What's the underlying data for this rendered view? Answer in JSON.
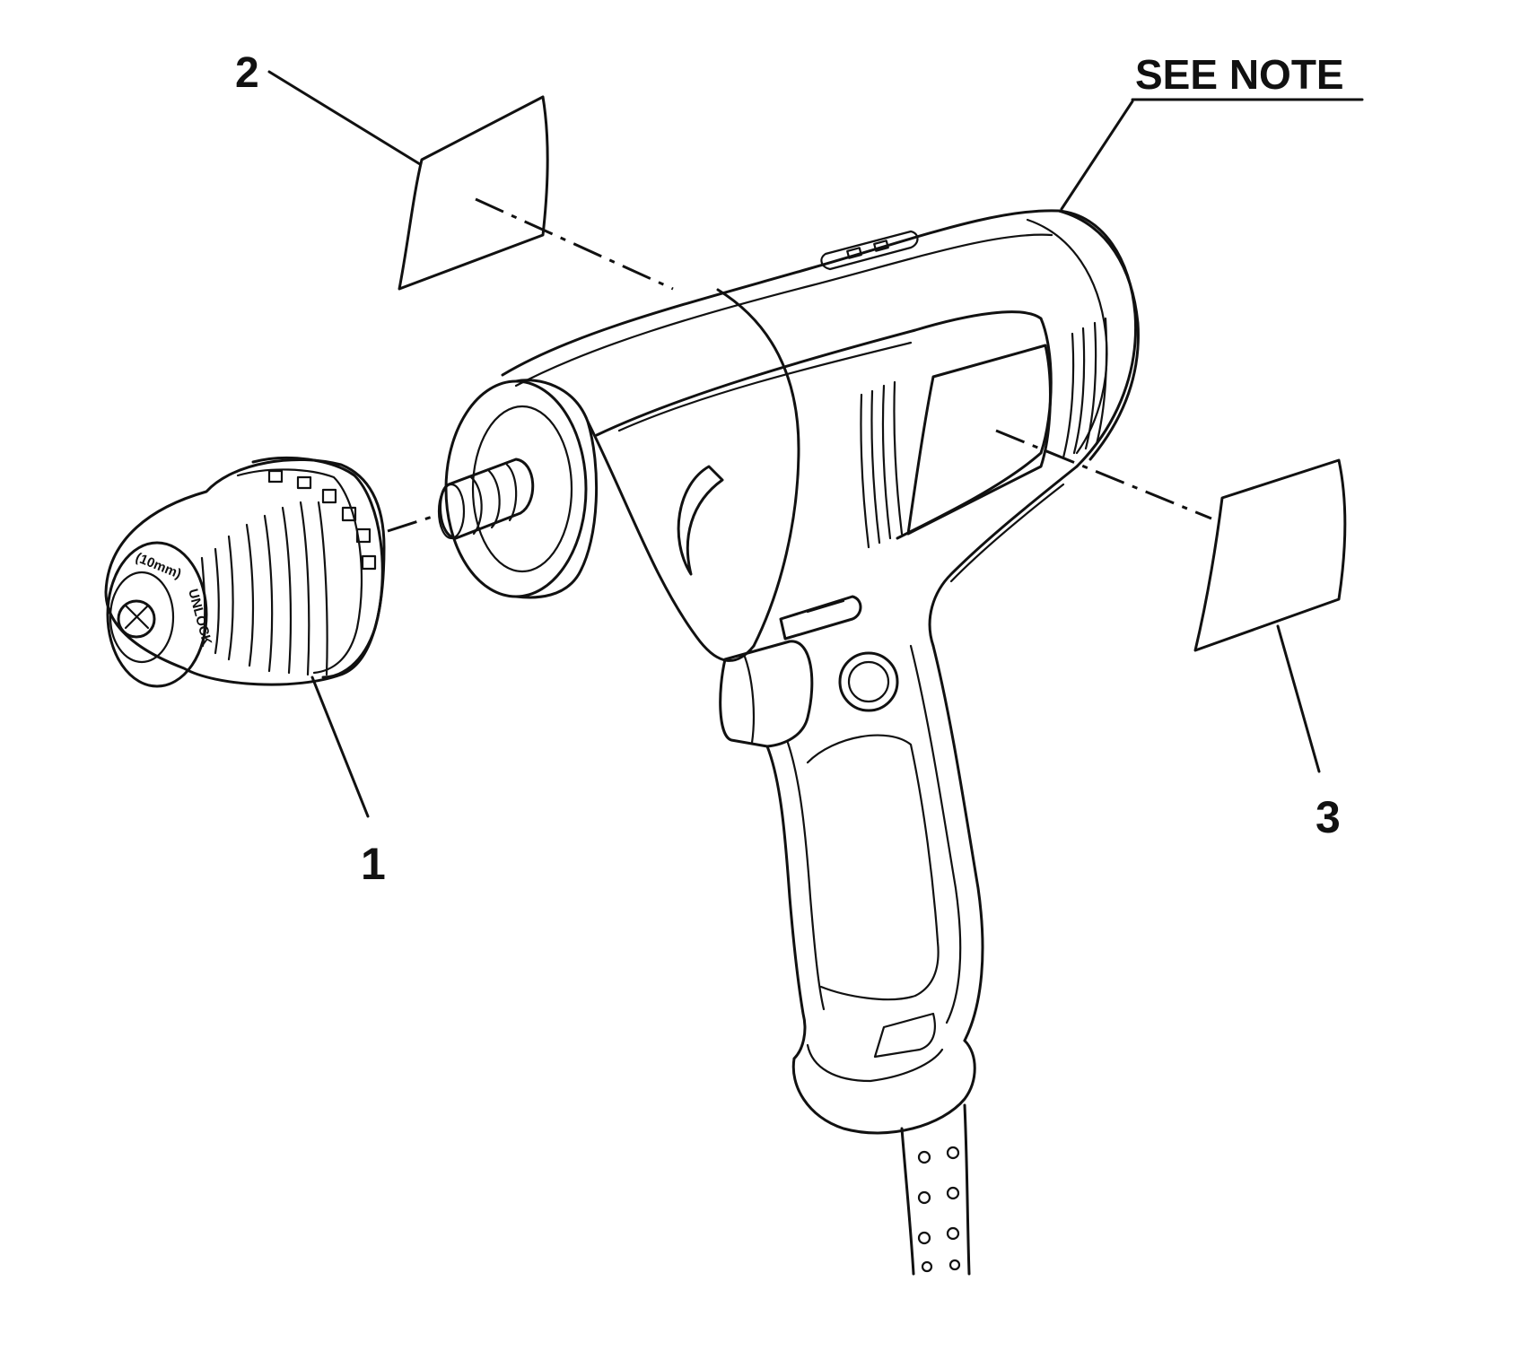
{
  "callouts": {
    "c1": "1",
    "c2": "2",
    "c3": "3",
    "note": "SEE NOTE"
  },
  "chuck_text": {
    "size": "(10mm)",
    "unlock": "UNLOCK"
  },
  "colors": {
    "line": "#111111",
    "background": "#ffffff"
  }
}
